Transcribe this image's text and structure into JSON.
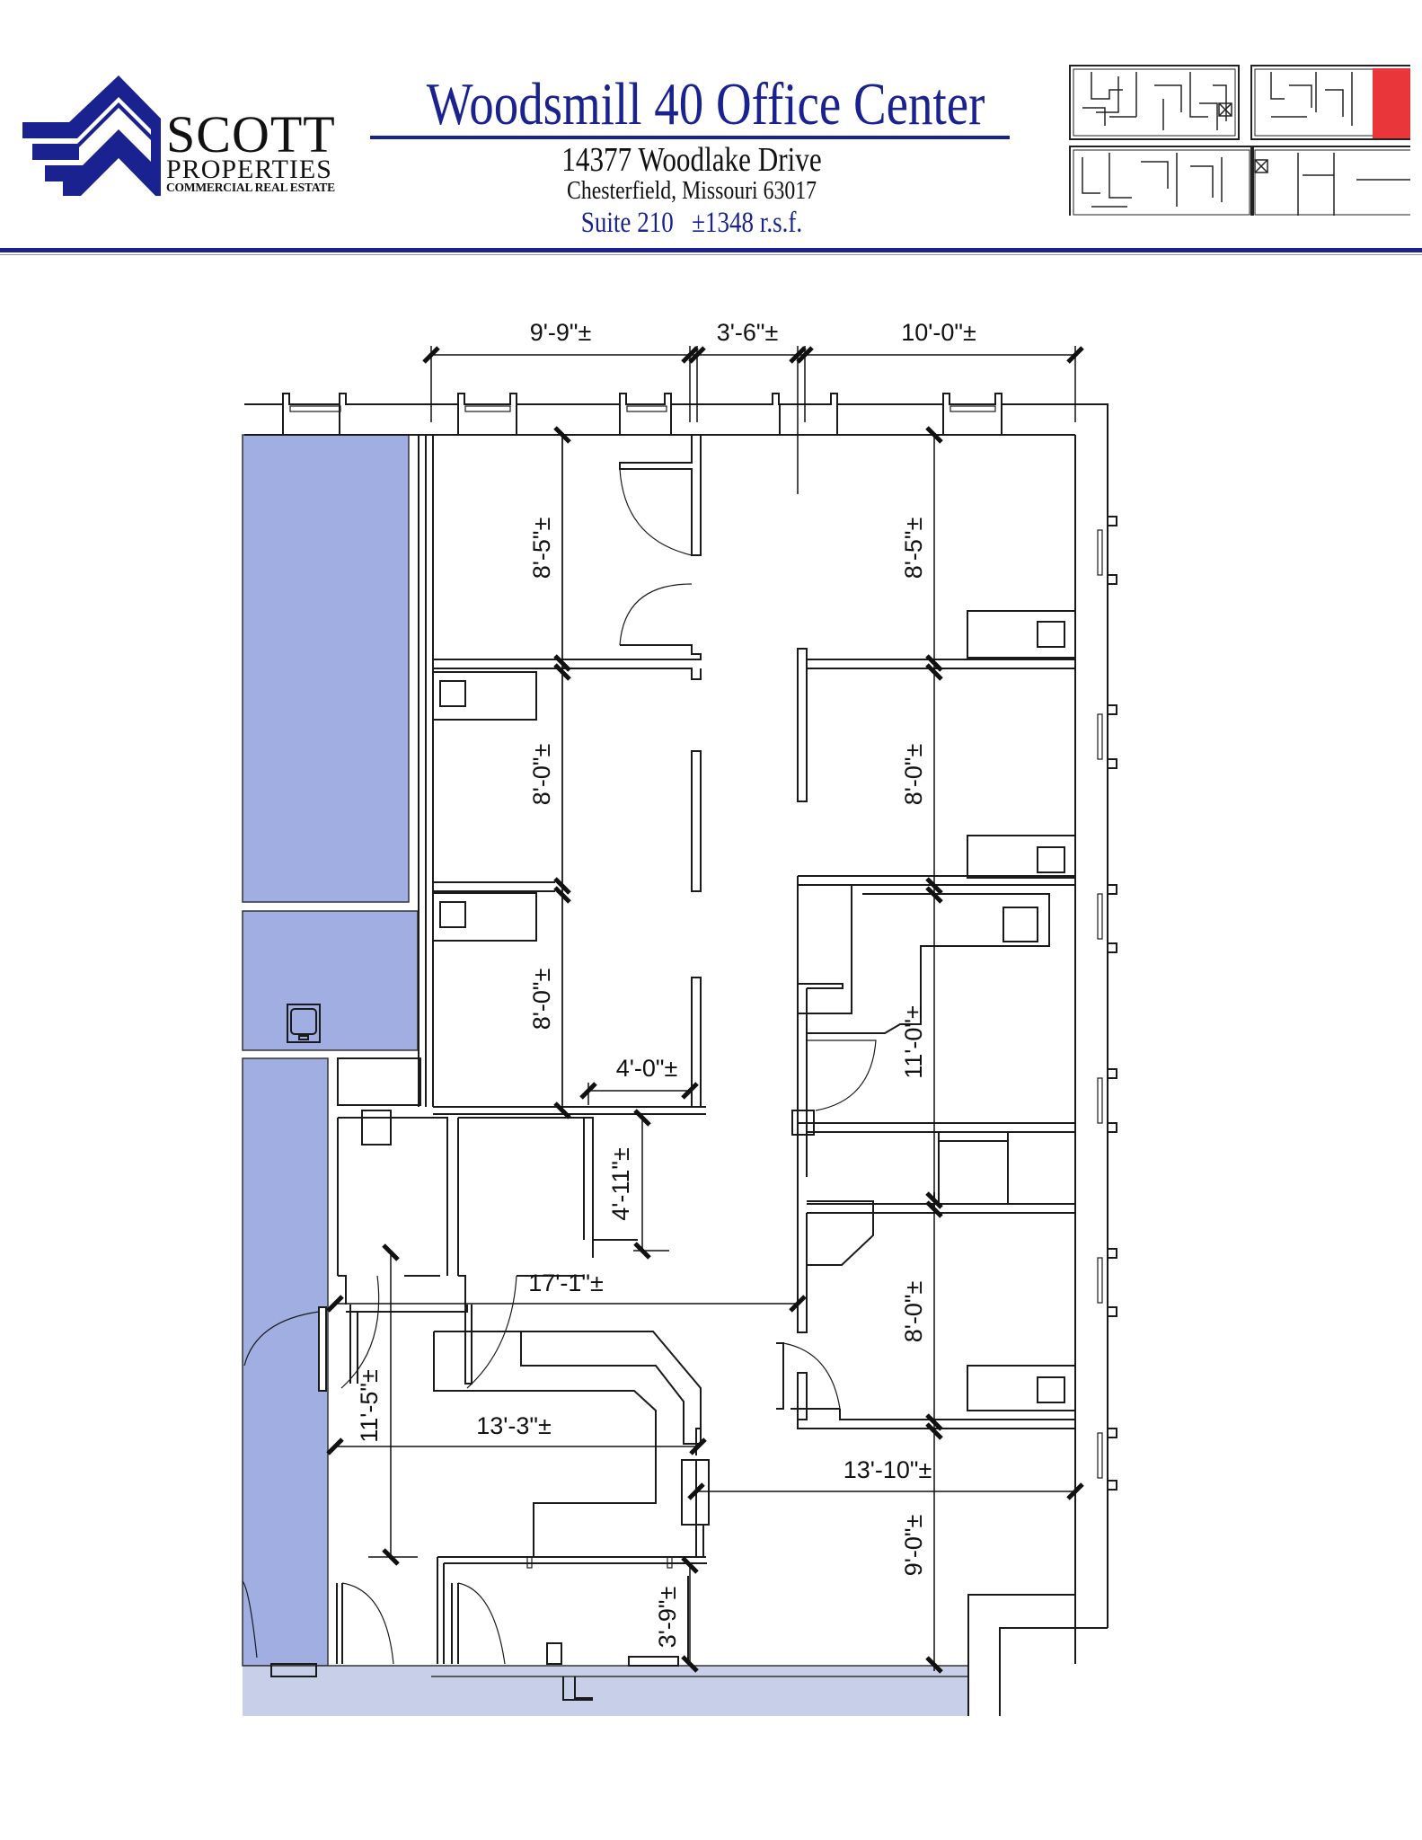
{
  "header": {
    "logo": {
      "company": "SCOTT",
      "subtitle": "PROPERTIES",
      "tagline": "COMMERCIAL REAL ESTATE",
      "color": "#1a2290"
    },
    "title": "Woodsmill 40 Office Center",
    "address_line1": "14377 Woodlake Drive",
    "address_line2": "Chesterfield, Missouri  63017",
    "suite_info": "Suite 210   ±1348 r.s.f.",
    "key_plan": {
      "label": "building-key-plan",
      "highlight_color": "#e8363b"
    }
  },
  "floor_plan": {
    "tenant_area_color": "#a0aee2",
    "common_area_color": "#c8cfe8",
    "dimensions": {
      "top_left_width": "9'-9\"±",
      "top_mid_width": "3'-6\"±",
      "top_right_width": "10'-0\"±",
      "left_office1_depth": "8'-5\"±",
      "left_office2_depth": "8'-0\"±",
      "left_office3_depth": "8'-0\"±",
      "right_office1_depth": "8'-5\"±",
      "right_office2_depth": "8'-0\"±",
      "right_office3_depth": "11'-0\"±",
      "right_office4_depth": "8'-0\"±",
      "right_office5_depth": "9'-0\"±",
      "closet_width": "4'-0\"±",
      "closet_depth": "4'-11\"±",
      "corridor_width": "17'-1\"±",
      "reception_depth": "11'-5\"±",
      "reception_width": "13'-3\"±",
      "bottom_office_width": "13'-10\"±",
      "entry_depth": "3'-9\"±"
    }
  }
}
